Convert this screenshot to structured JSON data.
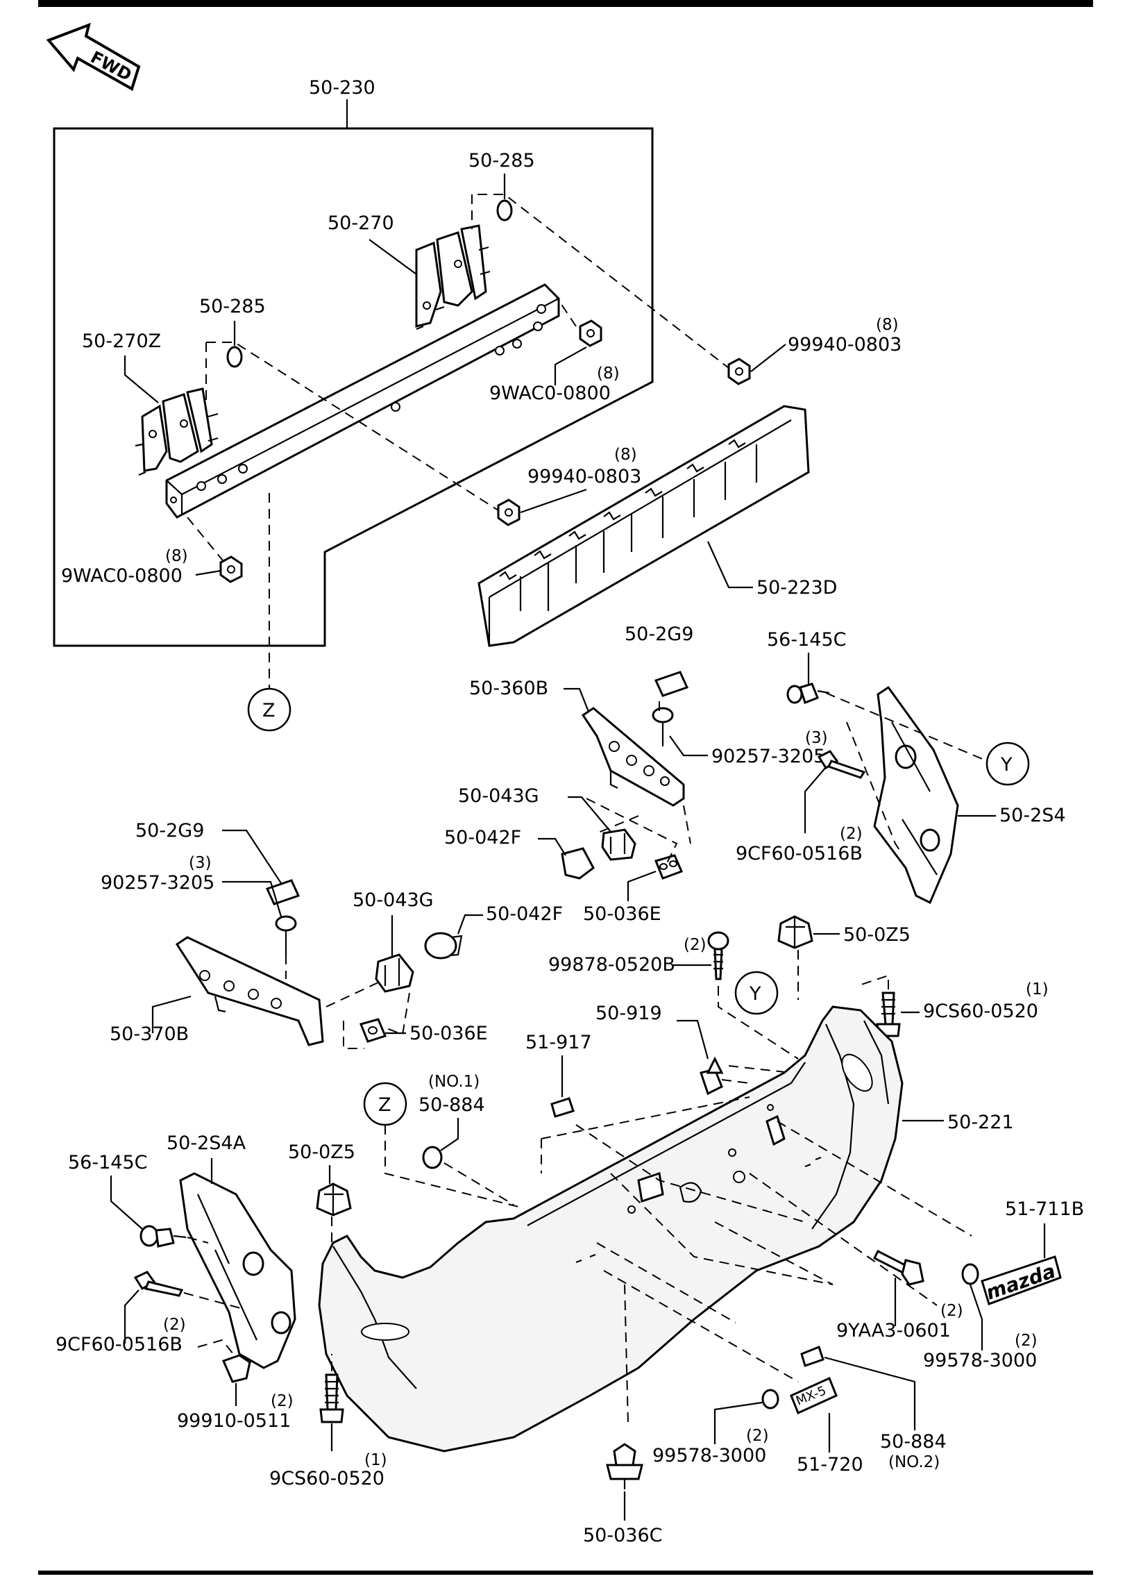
{
  "labels": {
    "fwd": "FWD",
    "p50_230": "50-230",
    "p50_285a": "50-285",
    "p50_270": "50-270",
    "p50_285b": "50-285",
    "p50_270z": "50-270Z",
    "nut_top": "99940-0803",
    "nut_top_qty": "(8)",
    "wac_mid": "9WAC0-0800",
    "wac_mid_qty": "(8)",
    "nut_mid": "99940-0803",
    "nut_mid_qty": "(8)",
    "wac_low": "9WAC0-0800",
    "wac_low_qty": "(8)",
    "p50_223d": "50-223D",
    "p50_2g9_r": "50-2G9",
    "p56_145c_r": "56-145C",
    "p50_360b": "50-360B",
    "rivet_r": "90257-3205",
    "rivet_r_qty": "(3)",
    "p50_043g_r": "50-043G",
    "p50_042f_r": "50-042F",
    "cf_r": "9CF60-0516B",
    "cf_r_qty": "(2)",
    "p50_2s4": "50-2S4",
    "p50_036e_r": "50-036E",
    "p50_2g9_l": "50-2G9",
    "rivet_l": "90257-3205",
    "rivet_l_qty": "(3)",
    "p50_043g_l": "50-043G",
    "p50_042f_l": "50-042F",
    "p50_370b": "50-370B",
    "p50_036e_l": "50-036E",
    "screw_99878": "99878-0520B",
    "screw_99878_qty": "(2)",
    "p50_0z5_r": "50-0Z5",
    "cs_r": "9CS60-0520",
    "cs_r_qty": "(1)",
    "p50_919": "50-919",
    "p51_917": "51-917",
    "p50_884_1": "50-884",
    "no1": "(NO.1)",
    "p50_221": "50-221",
    "p50_2s4a": "50-2S4A",
    "p50_0z5_l": "50-0Z5",
    "p56_145c_l": "56-145C",
    "cf_l": "9CF60-0516B",
    "cf_l_qty": "(2)",
    "clip_99910": "99910-0511",
    "clip_99910_qty": "(2)",
    "cs_l": "9CS60-0520",
    "cs_l_qty": "(1)",
    "p51_711b": "51-711B",
    "yaa3": "9YAA3-0601",
    "yaa3_qty": "(2)",
    "washer_r": "99578-3000",
    "washer_r_qty": "(2)",
    "washer_l": "99578-3000",
    "washer_l_qty": "(2)",
    "p51_720": "51-720",
    "p50_884_2": "50-884",
    "no2": "(NO.2)",
    "p50_036c": "50-036C",
    "z_top": "Z",
    "z_low": "Z",
    "y_right": "Y",
    "y_low": "Y",
    "badge_mx5": "MX-5",
    "badge_mazda": "mazda"
  }
}
